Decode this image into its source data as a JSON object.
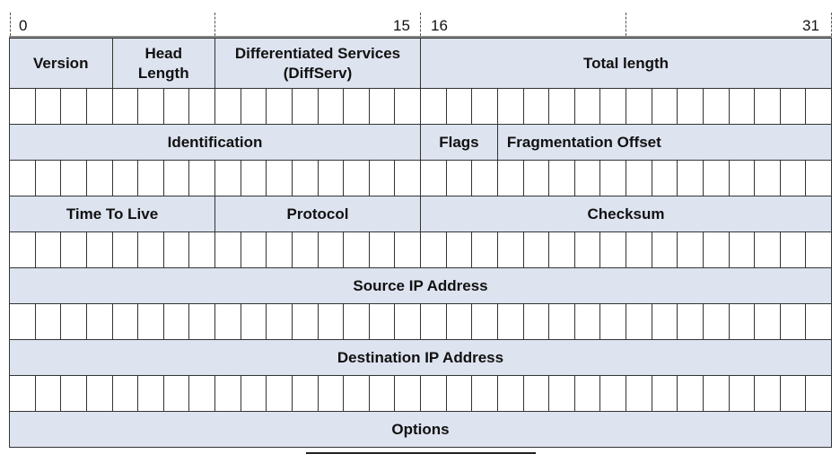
{
  "ruler": {
    "bit_0": "0",
    "bit_15": "15",
    "bit_16": "16",
    "bit_31": "31"
  },
  "rows": [
    {
      "fields": [
        {
          "name": "field-version",
          "label": "Version",
          "bits": 4
        },
        {
          "name": "field-head-length",
          "label": "Head\nLength",
          "bits": 4
        },
        {
          "name": "field-diffserv",
          "label": "Differentiated Services\n(DiffServ)",
          "bits": 8
        },
        {
          "name": "field-total-length",
          "label": "Total length",
          "bits": 16
        }
      ]
    },
    {
      "fields": [
        {
          "name": "field-identification",
          "label": "Identification",
          "bits": 16
        },
        {
          "name": "field-flags",
          "label": "Flags",
          "bits": 3
        },
        {
          "name": "field-fragmentation-offset",
          "label": "Fragmentation Offset",
          "bits": 13,
          "align": "left"
        }
      ]
    },
    {
      "fields": [
        {
          "name": "field-time-to-live",
          "label": "Time To Live",
          "bits": 8
        },
        {
          "name": "field-protocol",
          "label": "Protocol",
          "bits": 8
        },
        {
          "name": "field-checksum",
          "label": "Checksum",
          "bits": 16
        }
      ]
    },
    {
      "fields": [
        {
          "name": "field-source-ip",
          "label": "Source IP Address",
          "bits": 32
        }
      ]
    },
    {
      "fields": [
        {
          "name": "field-destination-ip",
          "label": "Destination IP Address",
          "bits": 32
        }
      ]
    },
    {
      "fields": [
        {
          "name": "field-options",
          "label": "Options",
          "bits": 32
        }
      ],
      "no_bits_row": true
    }
  ],
  "colors": {
    "field_fill": "#dde3ef",
    "bit_fill": "#ffffff",
    "border": "#333333"
  }
}
